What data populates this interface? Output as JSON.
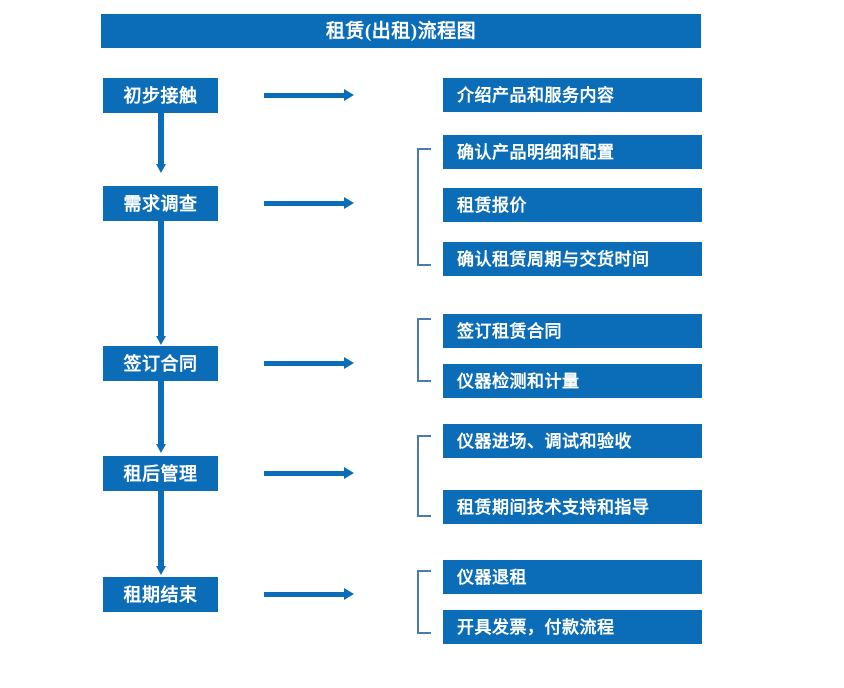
{
  "diagram": {
    "title": "租赁(出租)流程图",
    "colors": {
      "box_blue": "#0b6cb8",
      "bracket_blue": "#4b7ab0",
      "text_white": "#ffffff",
      "background": "#ffffff"
    },
    "stages": [
      {
        "label": "初步接触"
      },
      {
        "label": "需求调查"
      },
      {
        "label": "签订合同"
      },
      {
        "label": "租后管理"
      },
      {
        "label": "租期结束"
      }
    ],
    "details": [
      {
        "label": "介绍产品和服务内容"
      },
      {
        "label": "确认产品明细和配置"
      },
      {
        "label": "租赁报价"
      },
      {
        "label": "确认租赁周期与交货时间"
      },
      {
        "label": "签订租赁合同"
      },
      {
        "label": "仪器检测和计量"
      },
      {
        "label": "仪器进场、调试和验收"
      },
      {
        "label": "租赁期间技术支持和指导"
      },
      {
        "label": "仪器退租"
      },
      {
        "label": "开具发票，付款流程"
      }
    ]
  }
}
